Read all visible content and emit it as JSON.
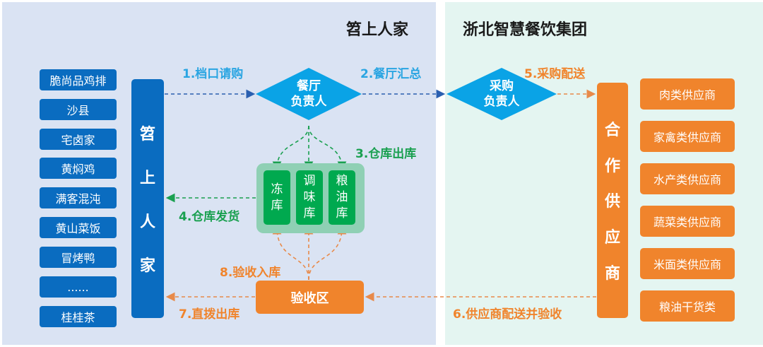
{
  "titles": {
    "left": "笤上人家",
    "right": "浙北智慧餐饮集团"
  },
  "stalls": [
    "脆尚品鸡排",
    "沙县",
    "宅卤家",
    "黄焖鸡",
    "满客混沌",
    "黄山菜饭",
    "冒烤鸭",
    "......",
    "桂桂茶"
  ],
  "left_bar": [
    "笤",
    "上",
    "人",
    "家"
  ],
  "right_bar": [
    "合",
    "作",
    "供",
    "应",
    "商"
  ],
  "suppliers": [
    "肉类供应商",
    "家禽类供应商",
    "水产类供应商",
    "蔬菜类供应商",
    "米面类供应商",
    "粮油干货类"
  ],
  "nodes": {
    "restaurant_manager": [
      "餐厅",
      "负责人"
    ],
    "purchase_manager": [
      "采购",
      "负责人"
    ],
    "receiving": "验收区",
    "warehouses": [
      [
        "冻",
        "库"
      ],
      [
        "调",
        "味",
        "库"
      ],
      [
        "粮",
        "油",
        "库"
      ]
    ]
  },
  "steps": {
    "s1": "1.档口请购",
    "s2": "2.餐厅汇总",
    "s3": "3.仓库出库",
    "s4": "4.仓库发货",
    "s5": "5.采购配送",
    "s6": "6.供应商配送并验收",
    "s7": "7.直拨出库",
    "s8": "8.验收入库"
  },
  "colors": {
    "blue": "#0a6cc0",
    "cyan": "#0aa3e6",
    "green": "#00a94f",
    "orange": "#f0842c"
  }
}
